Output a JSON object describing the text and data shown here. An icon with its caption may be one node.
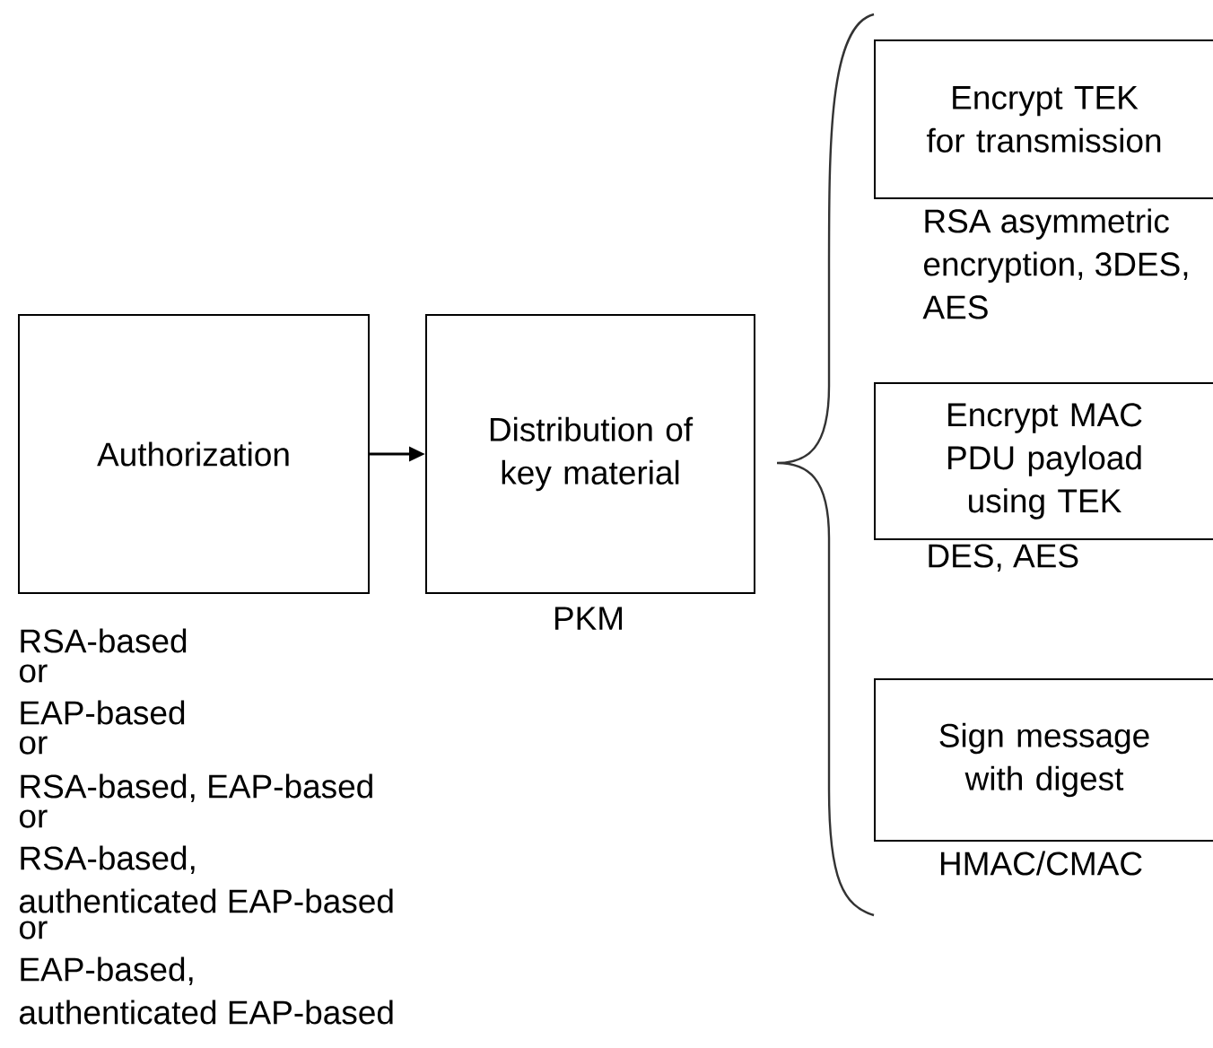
{
  "diagram": {
    "nodes": [
      {
        "text": [
          "Authorization"
        ],
        "beside": [
          "RSA-based",
          "or",
          "EAP-based",
          "or",
          "RSA-based, EAP-based",
          "or",
          "RSA-based, authenticated EAP-based",
          "or",
          "EAP-based, authenticated EAP-based"
        ]
      },
      {
        "text": [
          "Distribution of key material"
        ],
        "beside": [
          "PKM"
        ]
      },
      {
        "text": [
          "Encrypt TEK for transmission"
        ],
        "beside": [
          "RSA asymmetric encryption, 3DES, AES"
        ]
      },
      {
        "text": [
          "Encrypt MAC PDU payload using TEK"
        ],
        "beside": [
          "DES, AES"
        ]
      },
      {
        "text": [
          "Sign message with digest"
        ],
        "beside": [
          "HMAC/CMAC"
        ]
      }
    ],
    "edges": [
      {
        "from": 0,
        "to": 1,
        "arrow": "to"
      }
    ]
  }
}
